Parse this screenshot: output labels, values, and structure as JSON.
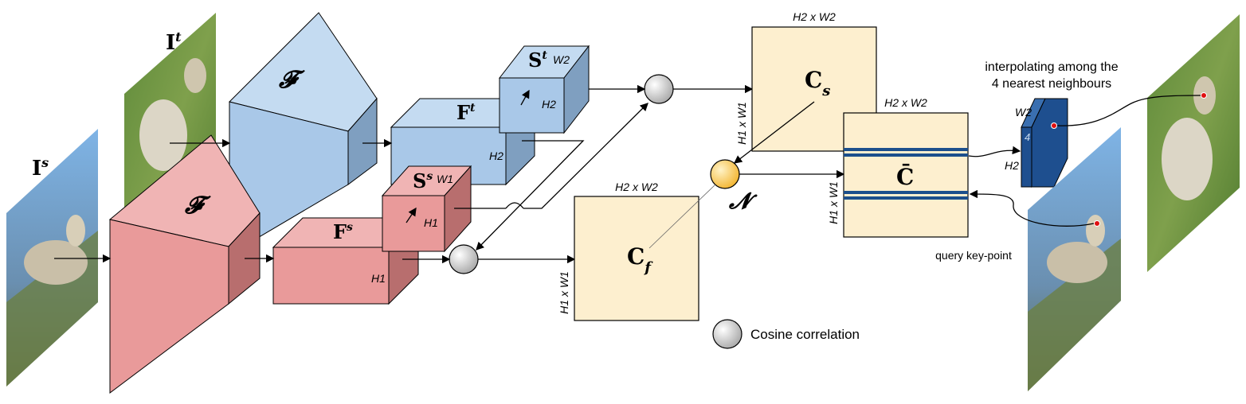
{
  "labels": {
    "source_image": "I",
    "source_sup": "s",
    "target_image": "I",
    "target_sup": "t",
    "encoder_symbol": "𝓕",
    "feat_source": "F",
    "feat_source_sup": "s",
    "feat_target": "F",
    "feat_target_sup": "t",
    "scale_source": "S",
    "scale_source_sup": "s",
    "scale_target": "S",
    "scale_target_sup": "t",
    "corr_scale": "C",
    "corr_scale_sub": "s",
    "corr_feat": "C",
    "corr_feat_sub": "f",
    "corr_final": "C̄",
    "norm_symbol": "𝓝"
  },
  "dims": {
    "h1": "H1",
    "h2": "H2",
    "w1": "W1",
    "w2": "W2",
    "h2xw2": "H2 x W2",
    "h1xw1": "H1 x W1",
    "four": "4"
  },
  "annotations": {
    "interp_line1": "interpolating among the",
    "interp_line2": "4 nearest neighbours",
    "query": "query key-point",
    "legend": "Cosine correlation"
  },
  "colors": {
    "red_face": "#e99a9a",
    "red_side": "#b86e6e",
    "red_top": "#f0b4b4",
    "blue_face": "#a9c8e8",
    "blue_side": "#7f9fc0",
    "blue_top": "#c4dbf1",
    "corr_fill": "#fdefcf",
    "stripe": "#1c4f8c",
    "dark_cube_front": "#1e4f8f",
    "dark_cube_side": "#13376a",
    "dark_cube_top": "#3a6fb0",
    "norm_fill": "#f7c44a",
    "point": "#e01010"
  }
}
